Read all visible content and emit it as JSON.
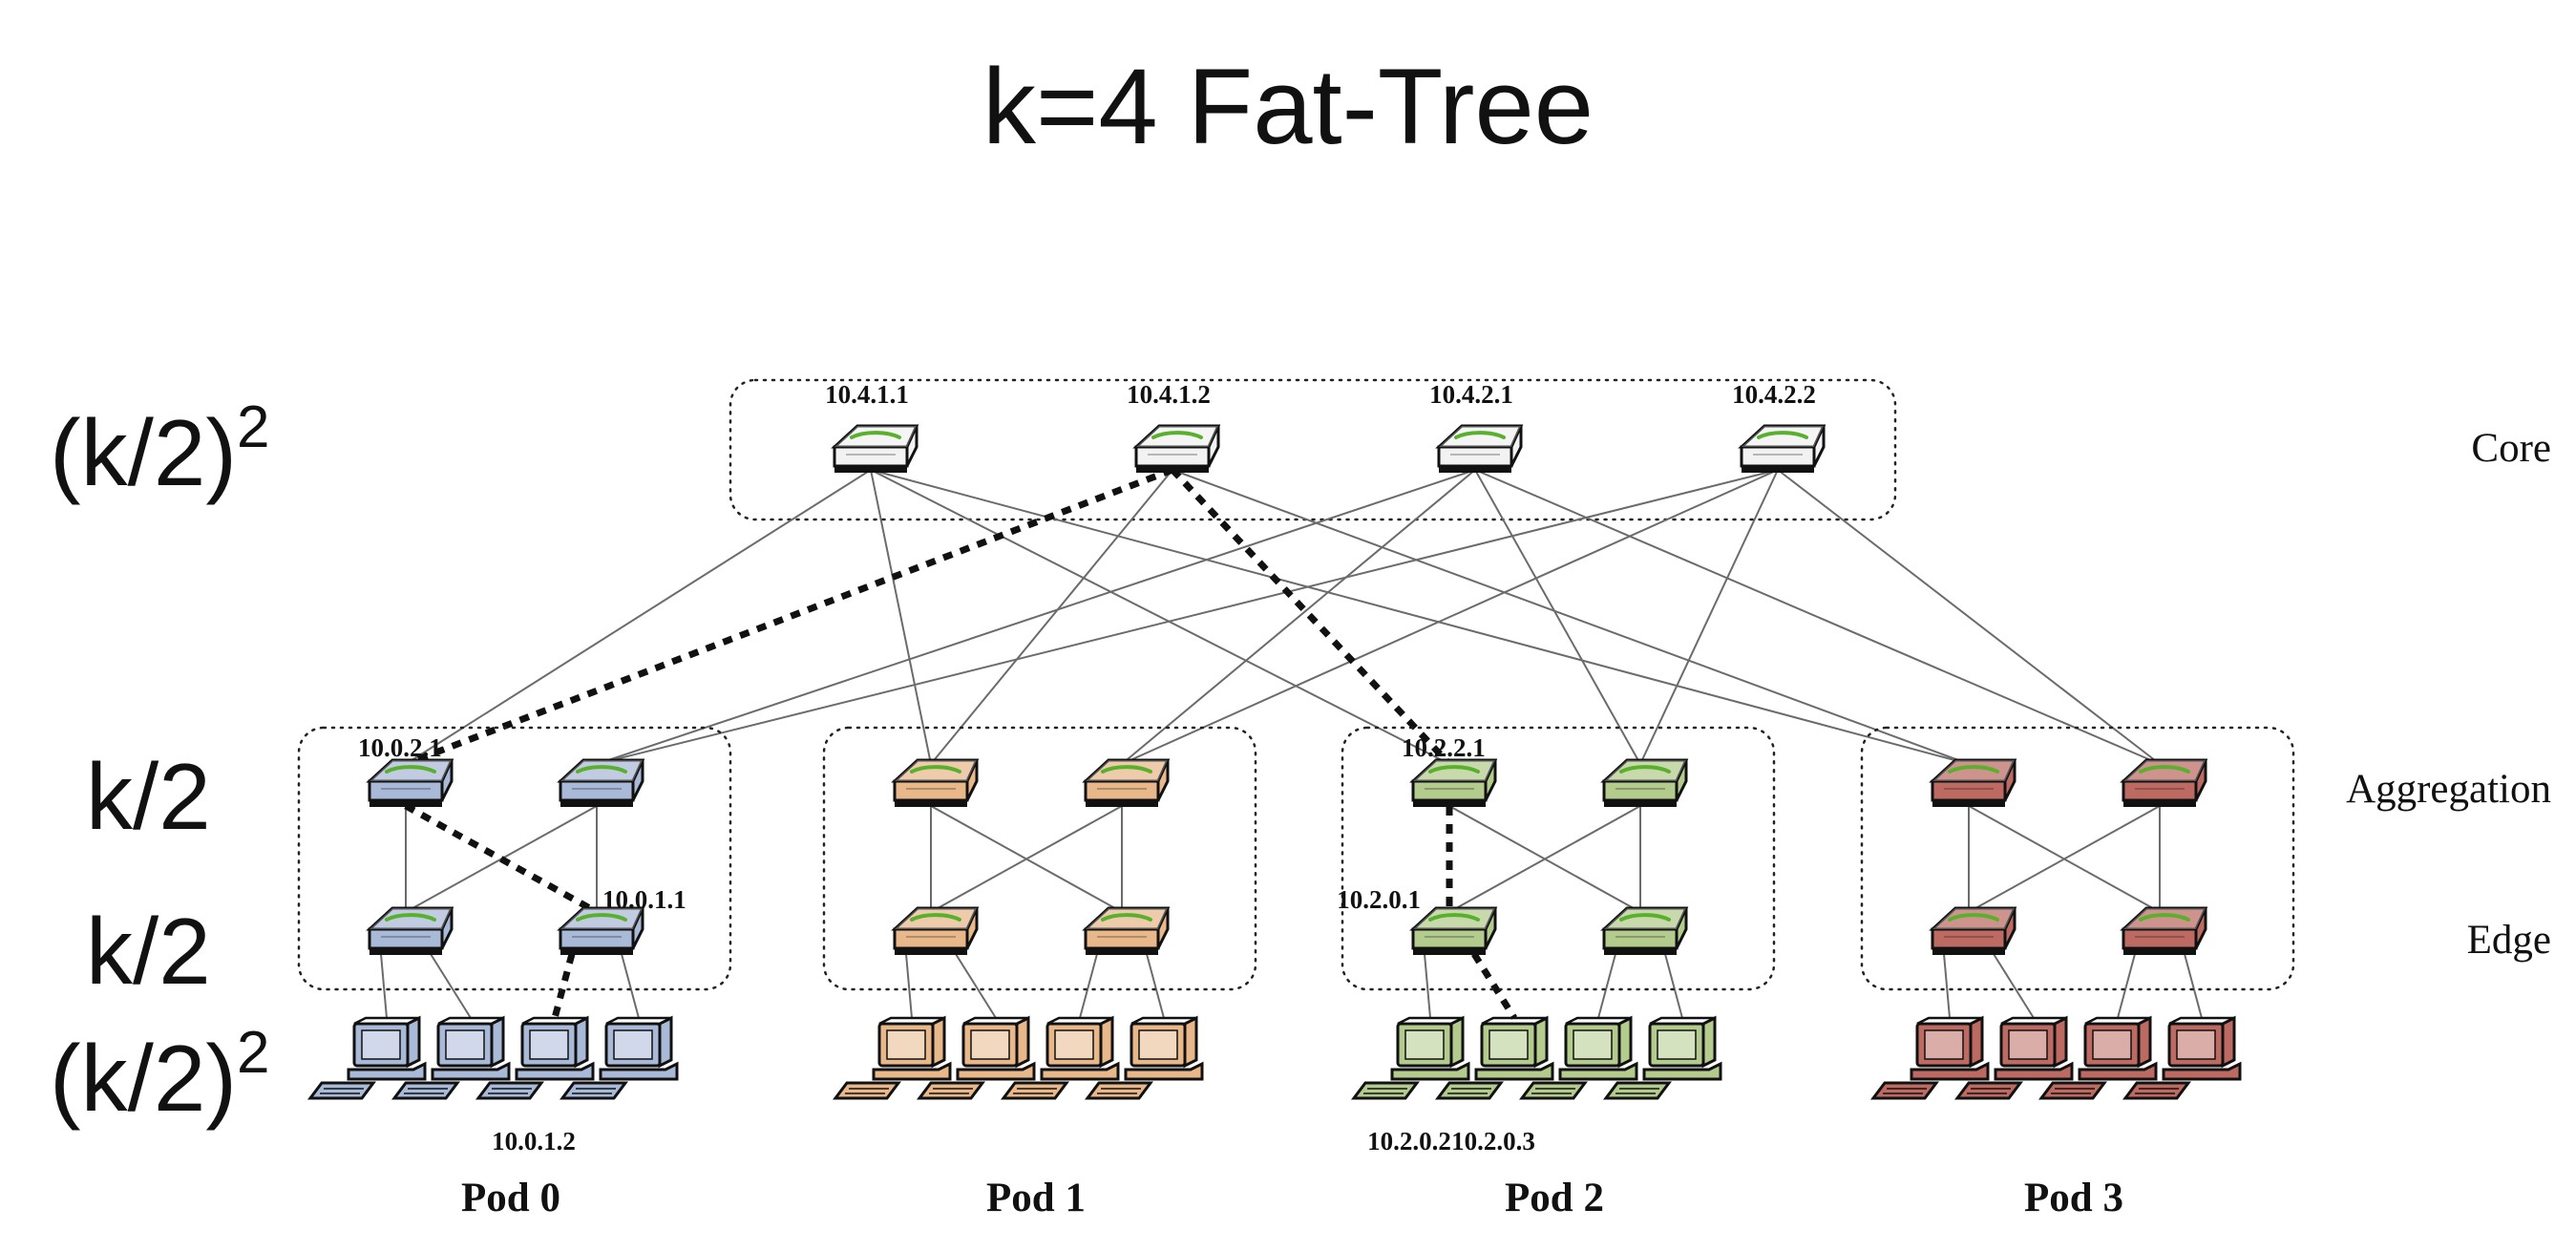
{
  "title": "k=4 Fat-Tree",
  "formulas": {
    "core": {
      "base": "(k/2)",
      "sup": "2"
    },
    "aggregation": "k/2",
    "edge": "k/2",
    "hosts": {
      "base": "(k/2)",
      "sup": "2"
    }
  },
  "layer_labels": {
    "core": "Core",
    "aggregation": "Aggregation",
    "edge": "Edge"
  },
  "core_switches": [
    "10.4.1.1",
    "10.4.1.2",
    "10.4.2.1",
    "10.4.2.2"
  ],
  "pods": [
    {
      "label": "Pod 0",
      "color": "#a9b9d8",
      "aggregation": [
        "10.0.2.1",
        ""
      ],
      "edge": [
        "",
        "10.0.1.1"
      ],
      "hosts": [
        "",
        "",
        "10.0.1.2",
        ""
      ]
    },
    {
      "label": "Pod 1",
      "color": "#e8b88a",
      "aggregation": [
        "",
        ""
      ],
      "edge": [
        "",
        ""
      ],
      "hosts": [
        "",
        "",
        "",
        ""
      ]
    },
    {
      "label": "Pod 2",
      "color": "#b3cb8c",
      "aggregation": [
        "10.2.2.1",
        ""
      ],
      "edge": [
        "10.2.0.1",
        ""
      ],
      "hosts": [
        "10.2.0.2",
        "10.2.0.3",
        "",
        ""
      ]
    },
    {
      "label": "Pod 3",
      "color": "#bd6a62",
      "aggregation": [
        "",
        ""
      ],
      "edge": [
        "",
        ""
      ],
      "hosts": [
        "",
        "",
        "",
        ""
      ]
    }
  ],
  "highlighted_route": [
    "10.0.1.2",
    "10.0.1.1",
    "10.0.2.1",
    "10.4.1.2",
    "10.2.2.1",
    "10.2.0.1",
    "10.2.0.3"
  ],
  "core_color": "#f2f2f2",
  "outline_color": "#111111",
  "link_color": "#6b6b6b"
}
